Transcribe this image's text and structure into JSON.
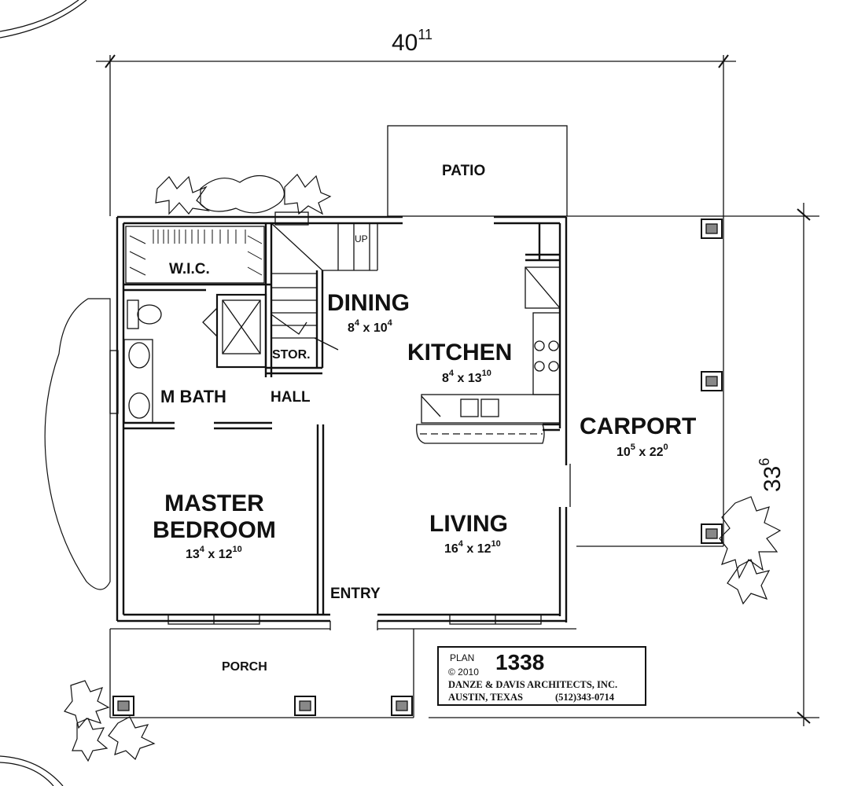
{
  "overall": {
    "width": {
      "main": "40",
      "sup": "11"
    },
    "depth": {
      "main": "33",
      "sup": "6"
    }
  },
  "rooms": {
    "patio": {
      "name": "PATIO"
    },
    "wic": {
      "name": "W.I.C."
    },
    "dining": {
      "name": "DINING",
      "dim_w": "8",
      "dim_w_sup": "4",
      "dim_h": "10",
      "dim_h_sup": "4"
    },
    "stor": {
      "name": "STOR."
    },
    "kitchen": {
      "name": "KITCHEN",
      "dim_w": "8",
      "dim_w_sup": "4",
      "dim_h": "13",
      "dim_h_sup": "10"
    },
    "mbath": {
      "name": "M BATH"
    },
    "hall": {
      "name": "HALL"
    },
    "carport": {
      "name": "CARPORT",
      "dim_w": "10",
      "dim_w_sup": "5",
      "dim_h": "22",
      "dim_h_sup": "0"
    },
    "master": {
      "name_line1": "MASTER",
      "name_line2": "BEDROOM",
      "dim_w": "13",
      "dim_w_sup": "4",
      "dim_h": "12",
      "dim_h_sup": "10"
    },
    "living": {
      "name": "LIVING",
      "dim_w": "16",
      "dim_w_sup": "4",
      "dim_h": "12",
      "dim_h_sup": "10"
    },
    "entry": {
      "name": "ENTRY"
    },
    "porch": {
      "name": "PORCH"
    }
  },
  "stair_label": "UP",
  "dim_separator": "x",
  "title_block": {
    "plan_label": "PLAN",
    "plan_number": "1338",
    "copyright": "© 2010",
    "firm": "DANZE & DAVIS ARCHITECTS, INC.",
    "city": "AUSTIN, TEXAS",
    "phone": "(512)343-0714"
  }
}
